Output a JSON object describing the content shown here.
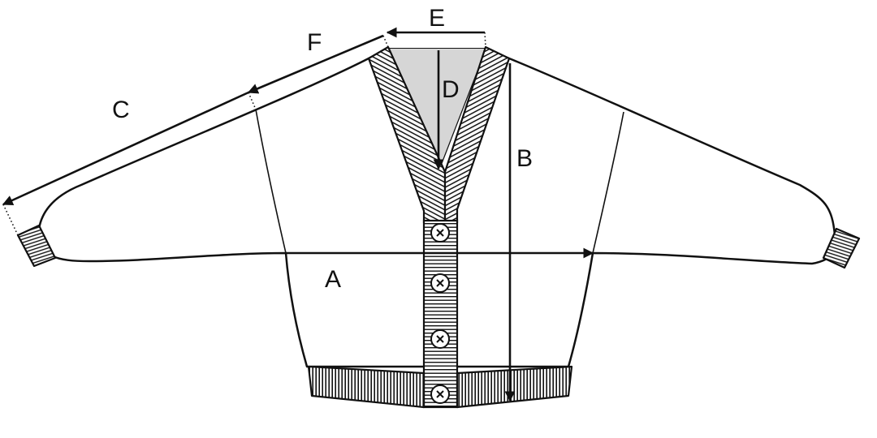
{
  "diagram": {
    "labels": {
      "a": "A",
      "b": "B",
      "c": "C",
      "d": "D",
      "e": "E",
      "f": "F"
    },
    "colors": {
      "line": "#111111",
      "garment_fill": "#ffffff",
      "neck_fill": "#d6d6d6"
    },
    "button_count": 4
  }
}
